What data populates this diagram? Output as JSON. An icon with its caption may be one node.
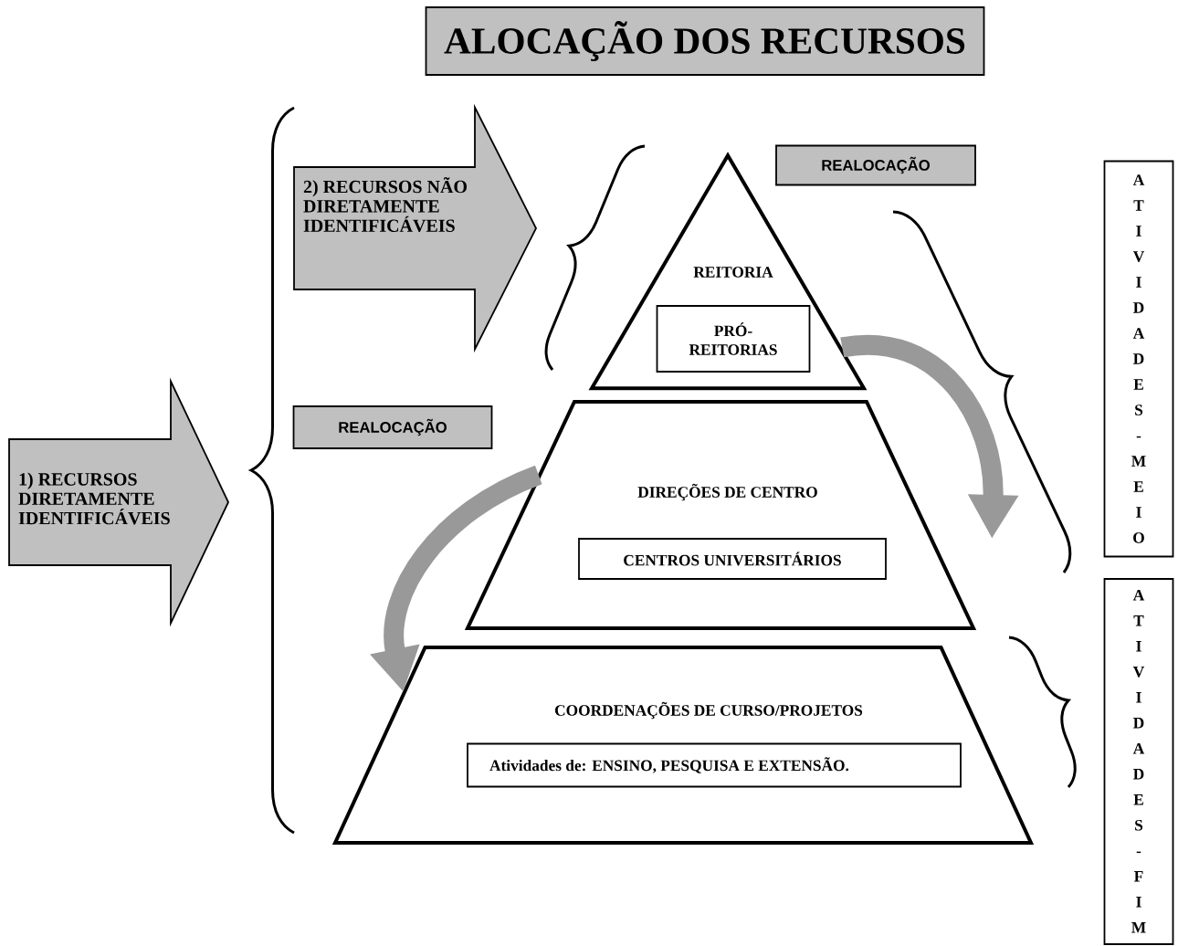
{
  "diagram": {
    "title": "ALOCAÇÃO DOS RECURSOS",
    "nodes": [
      {
        "text": [
          "2) RECURSOS NÃO DIRETAMENTE IDENTIFICÁVEIS"
        ]
      },
      {
        "text": [
          "REALOCAÇÃO"
        ]
      },
      {
        "text": [
          "REITORIA"
        ]
      },
      {
        "text": [
          "PRÓ-REITORIAS"
        ],
        "in": 2
      },
      {
        "text": [
          "A T I V I D A D E S - M E I O"
        ]
      },
      {
        "text": [
          "REALOCAÇÃO"
        ]
      },
      {
        "text": [
          "1) RECURSOS DIRETAMENTE IDENTIFICÁVEIS"
        ]
      },
      {
        "text": [
          "DIREÇÕES DE CENTRO"
        ]
      },
      {
        "text": [
          "CENTROS UNIVERSITÁRIOS"
        ],
        "in": 7
      },
      {
        "text": [
          "A T I V I D A D E S - F I M"
        ]
      },
      {
        "text": [
          "COORDENAÇÕES DE CURSO/PROJETOS"
        ]
      },
      {
        "text": [
          "Atividades de: ENSINO, PESQUISA E EXTENSÃO."
        ],
        "in": 10
      }
    ],
    "edges": [
      {
        "from": 2,
        "to": 7,
        "arrow": "to"
      },
      {
        "from": 7,
        "to": 10,
        "arrow": "to"
      }
    ]
  }
}
